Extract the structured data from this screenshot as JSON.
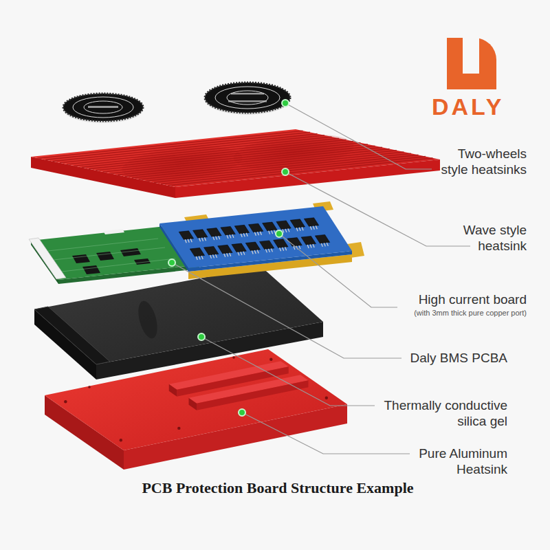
{
  "diagram": {
    "caption": "PCB Protection Board Structure Example",
    "labels": [
      "DALY",
      "Two-wheels style heatsinks",
      "Wave style heatsink",
      "High current board",
      "(with 3mm thick pure copper port)",
      "Daly BMS PCBA",
      "Thermally conductive silica gel",
      "Pure Aluminum Heatsink"
    ]
  }
}
